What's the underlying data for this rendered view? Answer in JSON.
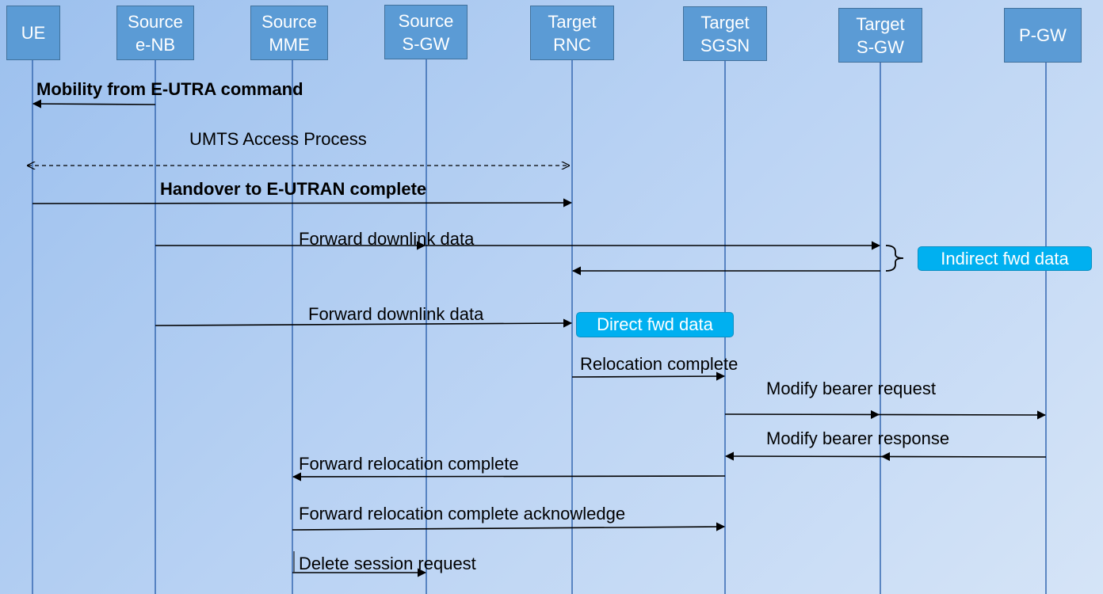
{
  "entities": [
    {
      "id": "ue",
      "lines": [
        "UE"
      ]
    },
    {
      "id": "source-enb",
      "lines": [
        "Source",
        "e-NB"
      ]
    },
    {
      "id": "source-mme",
      "lines": [
        "Source",
        "MME"
      ]
    },
    {
      "id": "source-sgw",
      "lines": [
        "Source",
        "S-GW"
      ]
    },
    {
      "id": "target-rnc",
      "lines": [
        "Target",
        "RNC"
      ]
    },
    {
      "id": "target-sgsn",
      "lines": [
        "Target",
        "SGSN"
      ]
    },
    {
      "id": "target-sgw",
      "lines": [
        "Target",
        "S-GW"
      ]
    },
    {
      "id": "pgw",
      "lines": [
        "P-GW"
      ]
    }
  ],
  "messages": [
    {
      "id": "mobility-from-eutra-command",
      "label": "Mobility from E-UTRA command",
      "bold": true
    },
    {
      "id": "umts-access-process",
      "label": "UMTS Access Process",
      "bold": false,
      "dashed": true,
      "bidirectional": true
    },
    {
      "id": "handover-to-eutran-complete",
      "label": "Handover  to E-UTRAN complete",
      "bold": true
    },
    {
      "id": "forward-downlink-data-indirect",
      "label": "Forward downlink data",
      "bold": false
    },
    {
      "id": "indirect-return",
      "label": "",
      "bold": false
    },
    {
      "id": "forward-downlink-data-direct",
      "label": "Forward downlink data",
      "bold": false
    },
    {
      "id": "relocation-complete",
      "label": "Relocation complete",
      "bold": false
    },
    {
      "id": "modify-bearer-request",
      "label": "Modify bearer request",
      "bold": false
    },
    {
      "id": "modify-bearer-response",
      "label": "Modify bearer response",
      "bold": false
    },
    {
      "id": "forward-relocation-complete",
      "label": "Forward relocation complete",
      "bold": false
    },
    {
      "id": "forward-relocation-complete-ack",
      "label": "Forward relocation complete acknowledge",
      "bold": false
    },
    {
      "id": "delete-session-request",
      "label": "Delete session  request",
      "bold": false
    }
  ],
  "callouts": {
    "indirect": "Indirect fwd data",
    "direct": "Direct fwd data"
  },
  "colors": {
    "entity_fill": "#5b9bd5",
    "lifeline": "#3e6fb5",
    "callout_fill": "#00b0f0",
    "arrow": "#000000"
  }
}
